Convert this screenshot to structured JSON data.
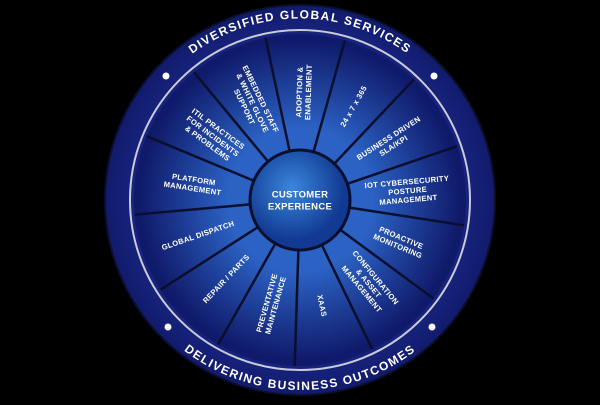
{
  "ring": {
    "top": "DIVERSIFIED GLOBAL SERVICES",
    "bottom": "DELIVERING BUSINESS OUTCOMES"
  },
  "hub": {
    "lines": [
      "CUSTOMER",
      "EXPERIENCE"
    ]
  },
  "segments": [
    {
      "lines": [
        "ADOPTION &",
        "ENABLEMENT"
      ]
    },
    {
      "lines": [
        "24 x 7 x 365"
      ]
    },
    {
      "lines": [
        "BUSINESS DRIVEN",
        "SLA/KPI"
      ]
    },
    {
      "lines": [
        "IOT CYBERSECURITY",
        "POSTURE",
        "MANAGEMENT"
      ]
    },
    {
      "lines": [
        "PROACTIVE",
        "MONITORING"
      ]
    },
    {
      "lines": [
        "CONFIGURATION",
        "& ASSET",
        "MANAGEMENT"
      ]
    },
    {
      "lines": [
        "XAAS"
      ]
    },
    {
      "lines": [
        "PREVENTATIVE",
        "MAINTENANCE"
      ]
    },
    {
      "lines": [
        "REPAIR / PARTS"
      ]
    },
    {
      "lines": [
        "GLOBAL DISPATCH"
      ]
    },
    {
      "lines": [
        "PLATFORM",
        "MANAGEMENT"
      ]
    },
    {
      "lines": [
        "ITIL PRACTICES",
        "FOR INCIDENTS",
        "& PROBLEMS"
      ]
    },
    {
      "lines": [
        "EMBEDDED STAFF",
        "& WHITE GLOVE",
        "SUPPORT"
      ]
    }
  ],
  "colors": {
    "background": "#000000",
    "outer_ring": "#1d2a8c",
    "wedge_light": "#2b62c4",
    "wedge_dark": "#101a6a",
    "hub_light": "#3a86dc",
    "hub_dark": "#123a92",
    "lines": "#0b0f2e",
    "rim": "#c9ccd8"
  }
}
